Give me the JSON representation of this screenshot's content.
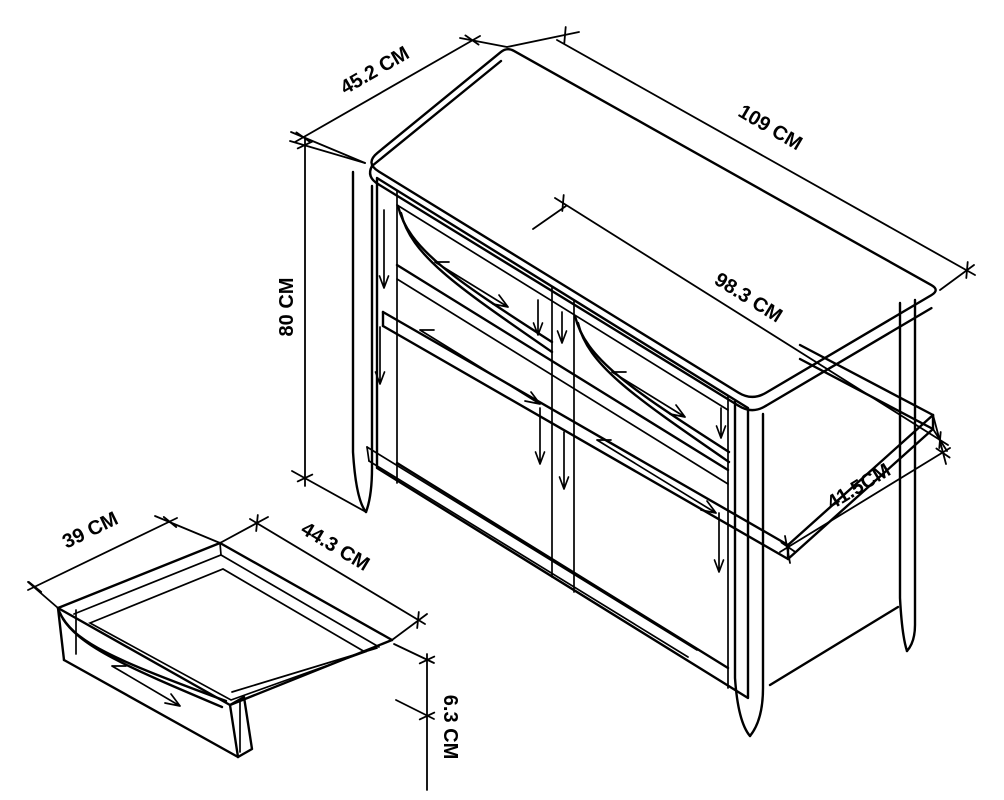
{
  "diagram": {
    "unit": "CM",
    "colors": {
      "background": "#ffffff",
      "line": "#000000"
    },
    "cabinet": {
      "width_label": "109 CM",
      "depth_label": "45.2 CM",
      "height_label": "80 CM"
    },
    "shelf": {
      "width_label": "98.3 CM",
      "depth_label": "41.5CM"
    },
    "drawer": {
      "width_label": "39 CM",
      "depth_label": "44.3 CM",
      "height_label": "6.3 CM"
    }
  }
}
